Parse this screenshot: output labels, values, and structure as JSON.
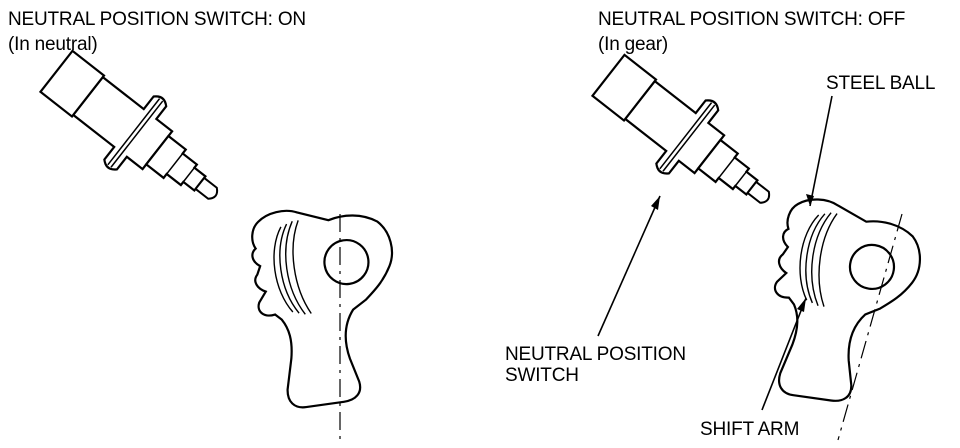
{
  "left_panel": {
    "title": "NEUTRAL POSITION SWITCH: ON",
    "subtitle": "(In neutral)"
  },
  "right_panel": {
    "title": "NEUTRAL POSITION SWITCH: OFF",
    "subtitle": "(In gear)"
  },
  "callouts": {
    "steel_ball": "STEEL BALL",
    "switch_line1": "NEUTRAL POSITION",
    "switch_line2": "SWITCH",
    "shift_arm": "SHIFT ARM"
  },
  "colors": {
    "ink": "#000000",
    "paper": "#ffffff"
  }
}
